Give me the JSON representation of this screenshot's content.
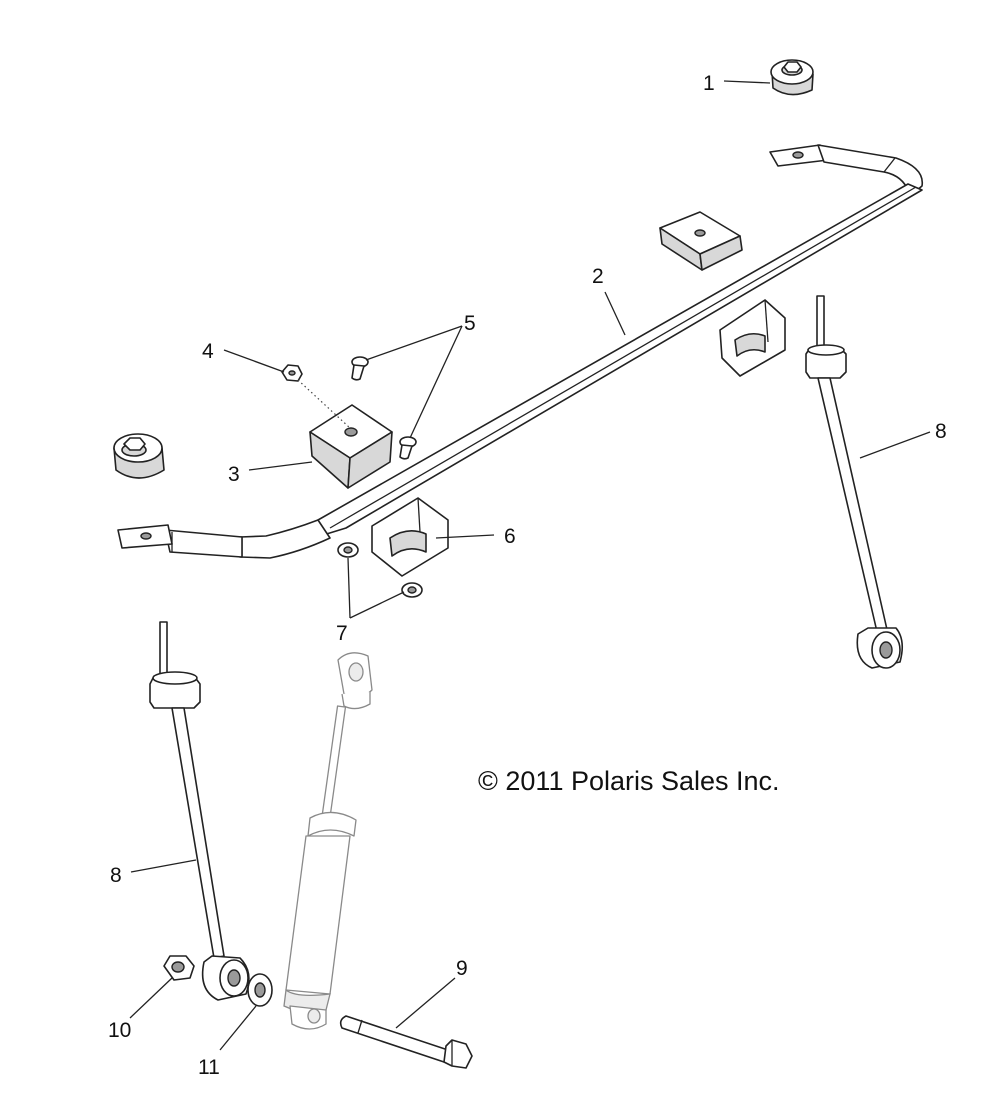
{
  "callouts": [
    "1",
    "2",
    "3",
    "4",
    "5",
    "6",
    "7",
    "8",
    "8",
    "9",
    "10",
    "11"
  ],
  "copyright": "© 2011 Polaris Sales Inc."
}
